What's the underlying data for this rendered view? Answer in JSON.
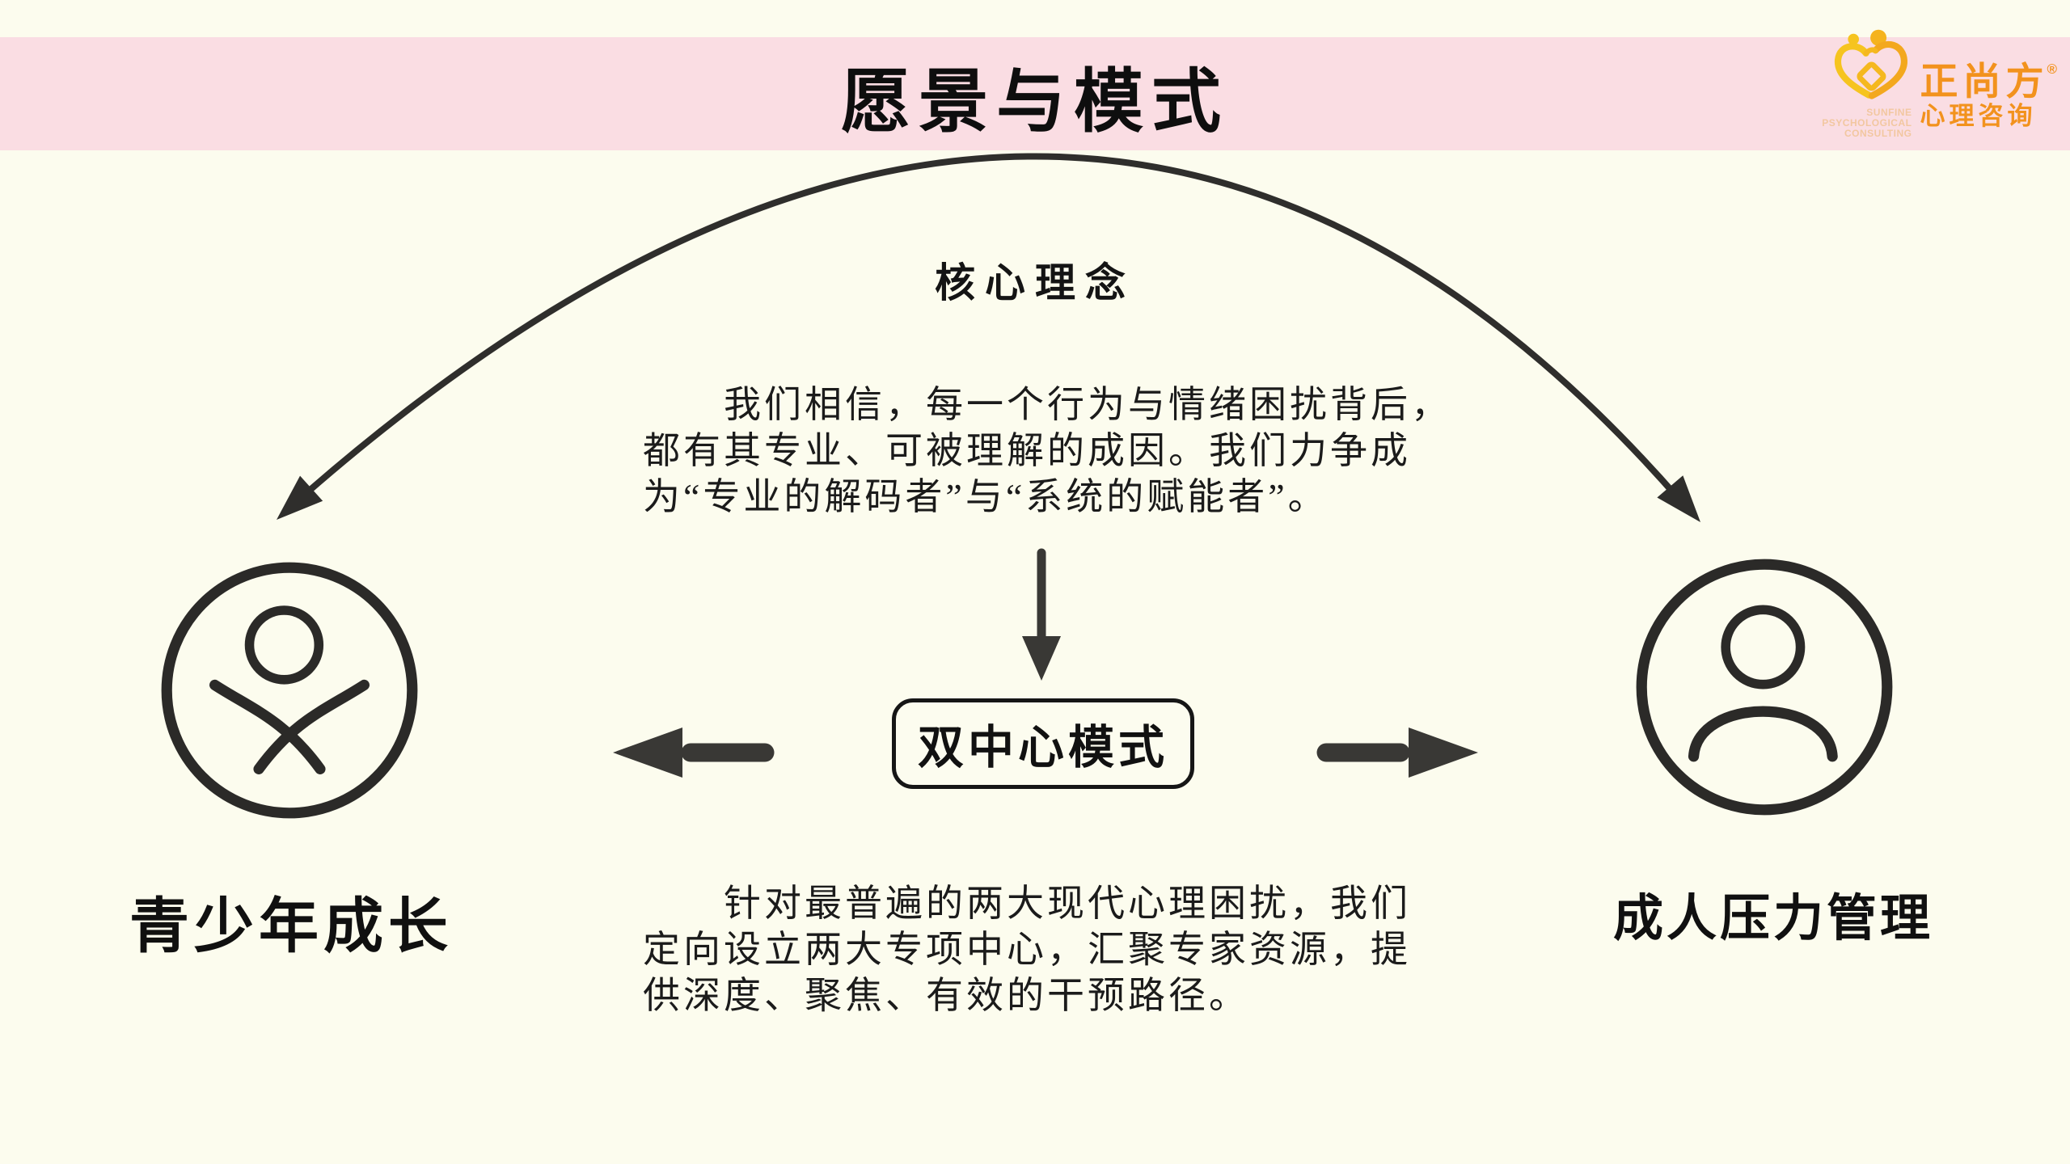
{
  "header": {
    "title": "愿景与模式"
  },
  "logo": {
    "brand": "正尚方",
    "registered": "®",
    "brand_sub": "心理咨询",
    "en": [
      "SUNFINE",
      "PSYCHOLOGICAL",
      "CONSULTING"
    ],
    "colors": {
      "gold": "#F6BE1F",
      "orange": "#F2921D",
      "light_tan": "#F2C7A0"
    }
  },
  "diagram": {
    "core_heading": "核心理念",
    "core_paragraph_lines": [
      "我们相信，每一个行为与情绪困扰背后，",
      "都有其专业、可被理解的成因。我们力争成",
      "为“专业的解码者”与“系统的赋能者”。"
    ],
    "center_box_label": "双中心模式",
    "left_label": "青少年成长",
    "right_label": "成人压力管理",
    "bottom_paragraph_lines": [
      "针对最普遍的两大现代心理困扰，我们",
      "定向设立两大专项中心，汇聚专家资源，提",
      "供深度、聚焦、有效的干预路径。"
    ]
  },
  "colors": {
    "background": "#FCFCEE",
    "header_band": "#FADDE3",
    "ink": "#141414",
    "arrow": "#393835",
    "line": "#2F2E2C"
  }
}
